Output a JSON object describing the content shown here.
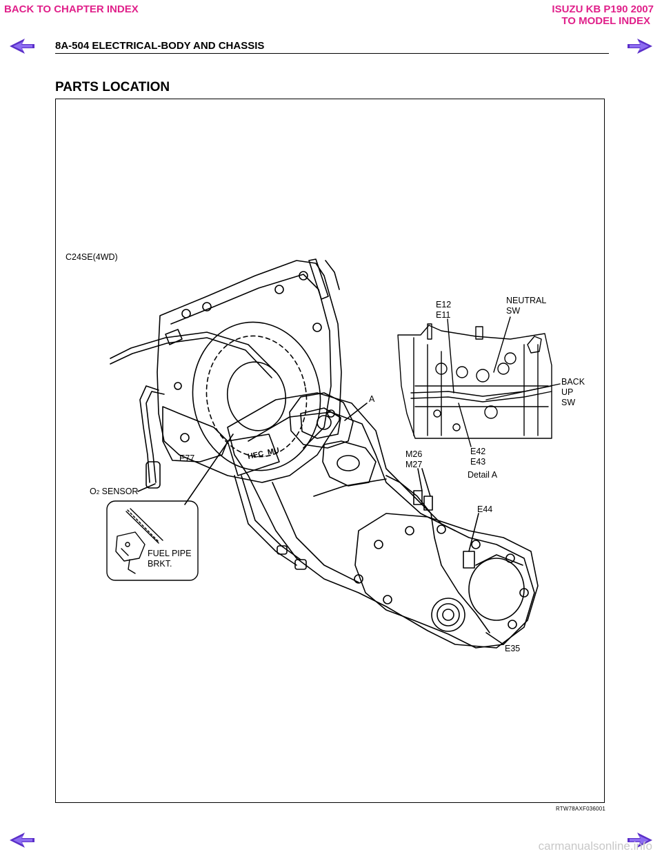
{
  "nav": {
    "back_to_chapter": "BACK TO CHAPTER INDEX",
    "manual_title": "ISUZU KB P190 2007",
    "to_model_index": "TO MODEL INDEX"
  },
  "header": {
    "title": "8A-504  ELECTRICAL-BODY AND CHASSIS"
  },
  "section": {
    "title": "PARTS LOCATION"
  },
  "figure": {
    "model_label": "C24SE(4WD)",
    "labels": {
      "e12": "E12",
      "e11": "E11",
      "neutral": "NEUTRAL",
      "sw1": "SW",
      "back": "BACK",
      "up": "UP",
      "sw2": "SW",
      "a": "A",
      "e77": "E77",
      "m26": "M26",
      "m27": "M27",
      "e42": "E42",
      "e43": "E43",
      "detail_a": "Detail A",
      "o2": "O",
      "o2_sub": "2",
      "o2_rest": " SENSOR",
      "e44": "E44",
      "fuel_pipe": "FUEL PIPE",
      "brkt": "BRKT.",
      "e35": "E35",
      "engraved": "HEC_MU"
    },
    "code": "RTW78AXF036001"
  },
  "footer": {
    "watermark": "carmanualsonline.info"
  },
  "colors": {
    "link": "#e0208a",
    "arrow": "#5a2ec8"
  }
}
